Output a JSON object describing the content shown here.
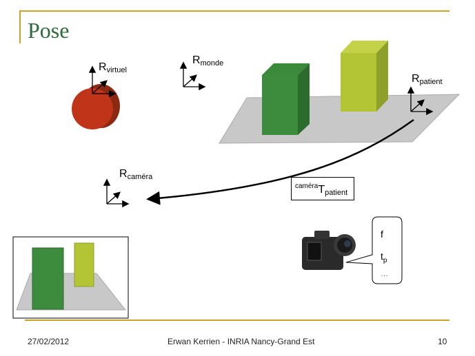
{
  "slide": {
    "title": "Pose",
    "accent_color": "#c9a227",
    "title_color": "#2e6b3a"
  },
  "frames": {
    "virtuel": {
      "base": "R",
      "sub": "virtuel"
    },
    "monde": {
      "base": "R",
      "sub": "monde"
    },
    "patient": {
      "base": "R",
      "sub": "patient"
    },
    "camera": {
      "base": "R",
      "sub": "caméra"
    }
  },
  "transform": {
    "sup": "caméra",
    "base": "T",
    "sub": "patient"
  },
  "camera_params": {
    "focal": "f",
    "tp_base": "t",
    "tp_sub": "p",
    "more": "…"
  },
  "footer": {
    "date": "27/02/2012",
    "author": "Erwan Kerrien - INRIA Nancy-Grand Est",
    "page": "10"
  },
  "icons": [
    "axes-virtuel-icon",
    "axes-monde-icon",
    "axes-patient-icon",
    "axes-camera-icon",
    "camera-icon",
    "speech-bubble-icon"
  ]
}
